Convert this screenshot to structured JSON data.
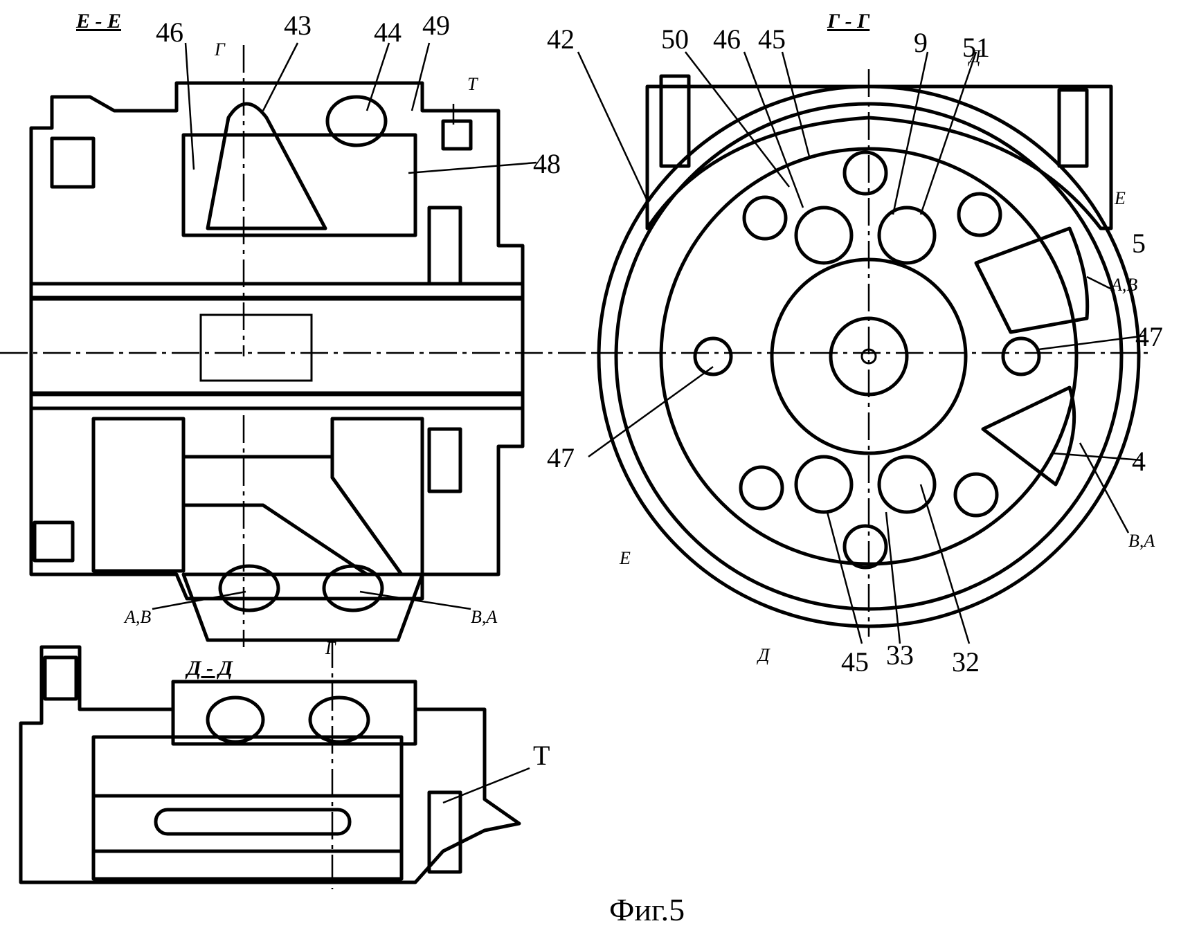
{
  "figure": {
    "caption": "Фиг.5",
    "sections": {
      "ee": "Е - Е",
      "gg": "Г - Г",
      "dd": "Д - Д"
    },
    "section_marks": {
      "g_top": "Г",
      "d_top": "Д",
      "e_right": "Е",
      "e_left": "Е",
      "d_bottom": "Д",
      "g_bottom": "Г"
    },
    "port_labels": {
      "t_top": "Т",
      "t_bottom": "Т",
      "ab_left": "А,В",
      "ba_left": "В,А",
      "ab_right": "А,В",
      "ba_right": "В,А"
    },
    "part_numbers": {
      "n46_left": "46",
      "n43": "43",
      "n44": "44",
      "n49": "49",
      "n48": "48",
      "n42": "42",
      "n50": "50",
      "n46_right": "46",
      "n45_top": "45",
      "n9": "9",
      "n51": "51",
      "n5": "5",
      "n47_right": "47",
      "n47_left": "47",
      "n4": "4",
      "n45_bottom": "45",
      "n33": "33",
      "n32": "32"
    }
  }
}
